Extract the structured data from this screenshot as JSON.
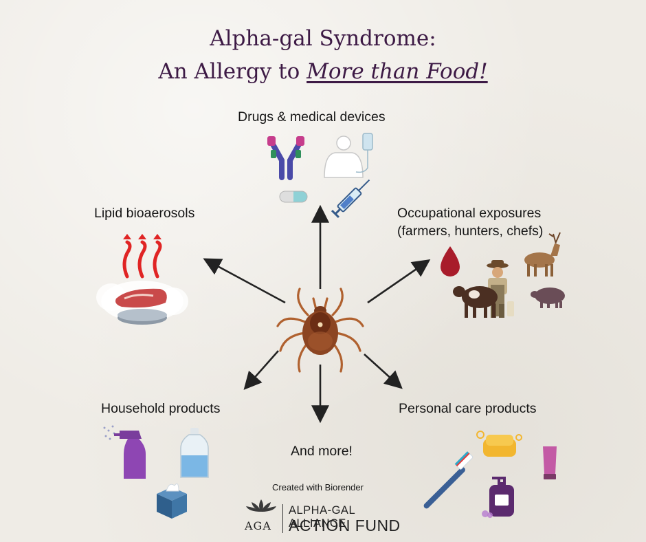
{
  "title": {
    "line1": "Alpha-gal Syndrome:",
    "line2_prefix": "An Allergy to ",
    "line2_emphasis": "More than Food!"
  },
  "categories": {
    "drugs": "Drugs & medical devices",
    "lipid": "Lipid bioaerosols",
    "occupational_line1": "Occupational  exposures",
    "occupational_line2": "(farmers, hunters, chefs)",
    "household": "Household products",
    "personal": "Personal care products",
    "more": "And more!"
  },
  "credit": "Created with Biorender",
  "logo": {
    "abbr": "AGA",
    "line1": "ALPHA-GAL ALLIANCE",
    "line2": "ACTION FUND"
  },
  "icons": {
    "drugs": [
      "antibody-icon",
      "patient-iv-icon",
      "pill-icon",
      "syringe-icon"
    ],
    "lipid": [
      "grilling-meat-icon"
    ],
    "occupational": [
      "blood-drop-icon",
      "deer-icon",
      "farmer-icon",
      "cow-icon",
      "pig-icon"
    ],
    "household": [
      "spray-bottle-icon",
      "water-bottle-icon",
      "tissue-box-icon"
    ],
    "personal": [
      "soap-icon",
      "lotion-tube-icon",
      "toothbrush-icon",
      "pump-bottle-icon"
    ],
    "center": "tick-icon"
  },
  "colors": {
    "title": "#3d1a45",
    "background": "#efece6",
    "arrow": "#222222",
    "tick": "#c0703a"
  }
}
